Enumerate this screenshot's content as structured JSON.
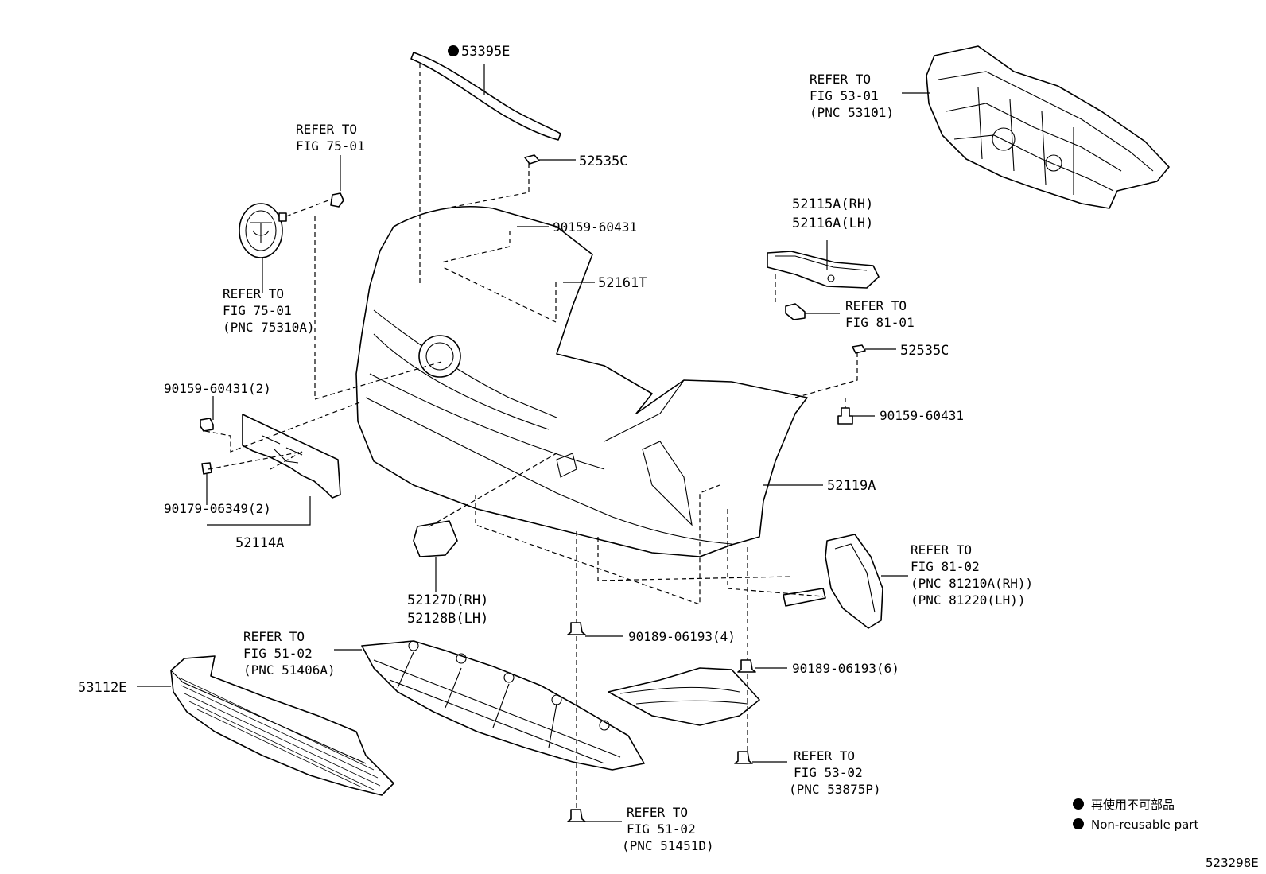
{
  "labels": {
    "p53395e": "53395E",
    "refer_fig5301": [
      "REFER TO",
      "FIG 53-01",
      "(PNC 53101)"
    ],
    "refer_fig7501_top": [
      "REFER TO",
      "FIG 75-01"
    ],
    "p52535c_top": "52535C",
    "p90159_top": "90159-60431",
    "p52161t": "52161T",
    "refer_fig7501_emblem": [
      "REFER TO",
      "FIG 75-01",
      "(PNC 75310A)"
    ],
    "p52115a": [
      "52115A(RH)",
      "52116A(LH)"
    ],
    "refer_fig8101": [
      "REFER TO",
      "FIG 81-01"
    ],
    "p52535c_right": "52535C",
    "p90159_2": "90159-60431(2)",
    "p90159_right": "90159-60431",
    "p52119a": "52119A",
    "p90179": "90179-06349(2)",
    "p52114a": "52114A",
    "refer_fig8102": [
      "REFER TO",
      "FIG 81-02",
      "(PNC 81210A(RH))",
      "(PNC 81220(LH))"
    ],
    "p52127d": [
      "52127D(RH)",
      "52128B(LH)"
    ],
    "refer_fig5102_grille": [
      "REFER TO",
      "FIG 51-02",
      "(PNC 51406A)"
    ],
    "p90189_4": "90189-06193(4)",
    "p53112e": "53112E",
    "p90189_6": "90189-06193(6)",
    "refer_fig5302": [
      "REFER TO",
      "FIG 53-02",
      "(PNC 53875P)"
    ],
    "refer_fig5102_clip": [
      "REFER TO",
      "FIG 51-02",
      "(PNC 51451D)"
    ]
  },
  "legend": {
    "line1": "再使用不可部品",
    "line2": "Non-reusable part"
  },
  "figure_id": "523298E"
}
